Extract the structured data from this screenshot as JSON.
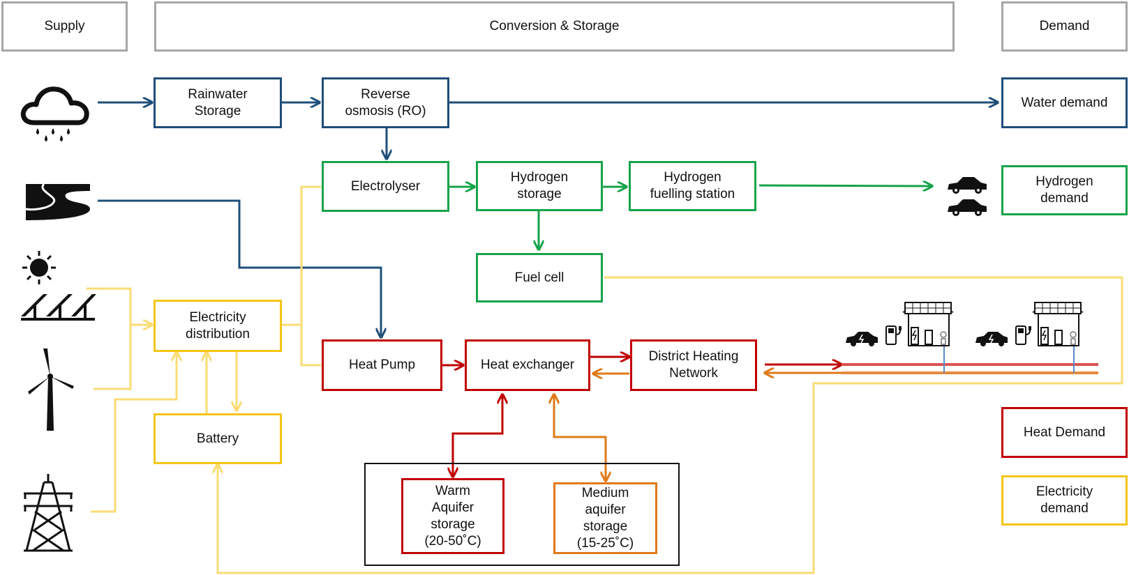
{
  "columns": {
    "supply": "Supply",
    "conversion": "Conversion & Storage",
    "demand": "Demand"
  },
  "nodes": {
    "rainwater_storage": "Rainwater\nStorage",
    "reverse_osmosis": "Reverse\nosmosis (RO)",
    "water_demand": "Water demand",
    "electrolyser": "Electrolyser",
    "hydrogen_storage": "Hydrogen\nstorage",
    "hydrogen_fuelling_station": "Hydrogen\nfuelling station",
    "hydrogen_demand": "Hydrogen\ndemand",
    "fuel_cell": "Fuel cell",
    "electricity_distribution": "Electricity\ndistribution",
    "battery": "Battery",
    "heat_pump": "Heat Pump",
    "heat_exchanger": "Heat exchanger",
    "district_heating_network": "District Heating\nNetwork",
    "warm_aquifer_storage": "Warm\nAquifer\nstorage\n(20-50˚C)",
    "medium_aquifer_storage": "Medium\naquifer\nstorage\n(15-25˚C)",
    "heat_demand": "Heat Demand",
    "electricity_demand": "Electricity\ndemand"
  },
  "colors": {
    "water": "#1f4e79",
    "hydrogen": "#16a34a",
    "electricity": "#f5c518",
    "electricity_line": "#fadc73",
    "heat": "#c00000",
    "medium_heat": "#e07a1a",
    "header_border": "#a6a6a6"
  },
  "icons": [
    "rain-cloud-icon",
    "river-icon",
    "sun-icon",
    "solar-panels-icon",
    "wind-turbine-icon",
    "pylon-icon",
    "cars-icon",
    "house-ev-icon"
  ]
}
